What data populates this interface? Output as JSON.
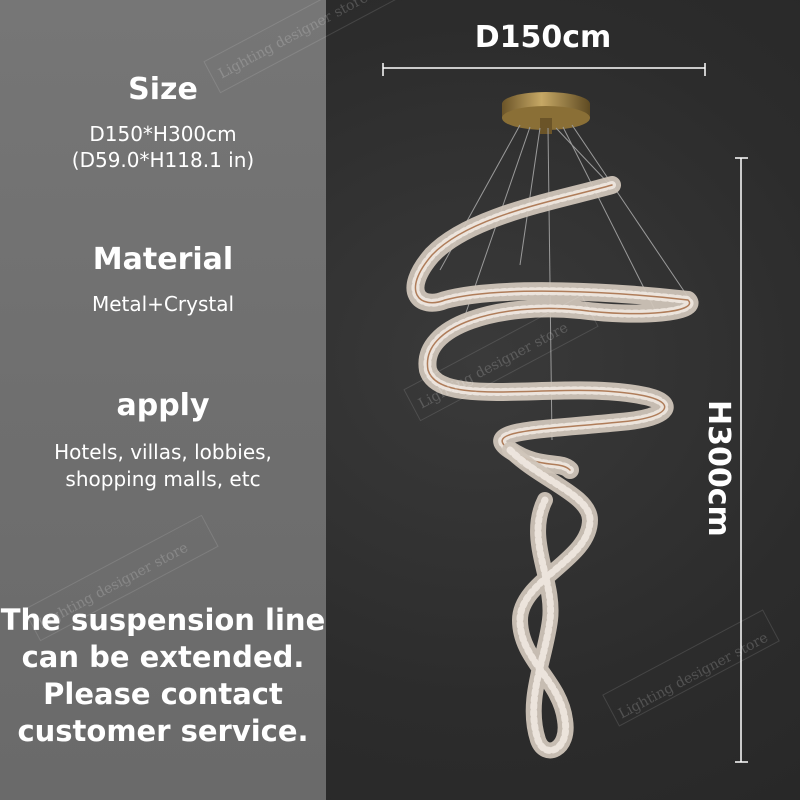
{
  "specs": {
    "size": {
      "heading": "Size",
      "lines": [
        "D150*H300cm",
        "(D59.0*H118.1 in)"
      ]
    },
    "material": {
      "heading": "Material",
      "lines": [
        "Metal+Crystal"
      ]
    },
    "apply": {
      "heading": "apply",
      "lines": [
        "Hotels, villas, lobbies,",
        "shopping malls, etc"
      ]
    }
  },
  "notice": [
    "The suspension line",
    "can be extended.",
    "Please contact",
    "customer service."
  ],
  "dimensions": {
    "width_label": "D150cm",
    "height_label": "H300cm"
  },
  "watermark": "Lighting designer store",
  "colors": {
    "panel": "#6f6f6f",
    "background": "#2e2e2e",
    "crystal": "#d8cfc6",
    "canopy": "#a88a4e"
  }
}
